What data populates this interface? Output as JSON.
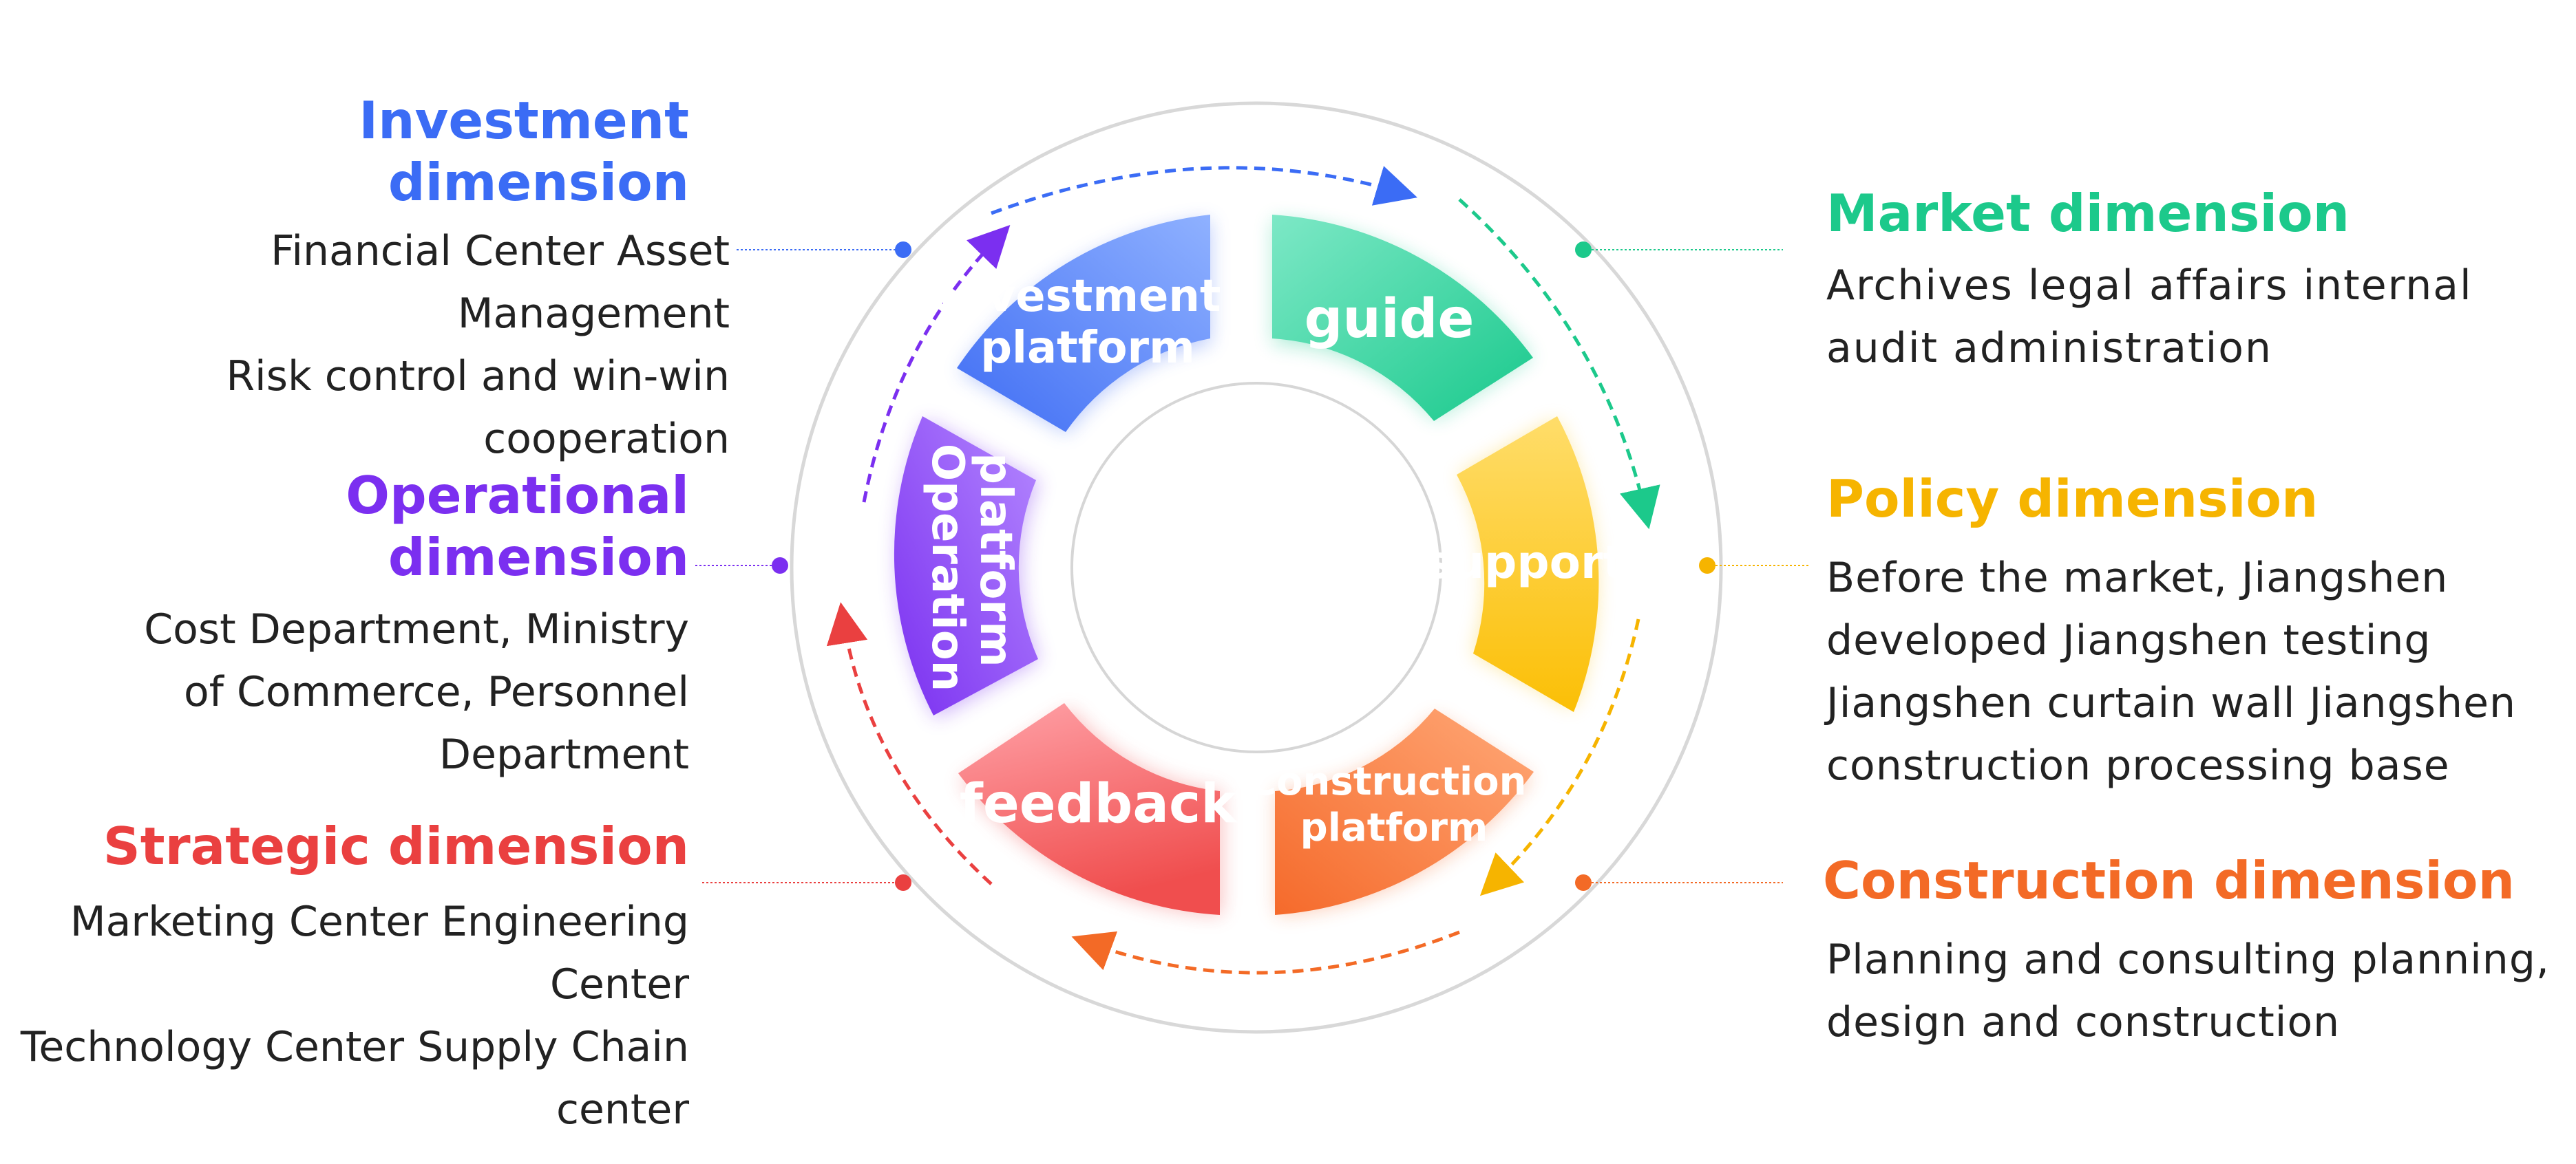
{
  "colors": {
    "investment": "#3b6cf5",
    "operational": "#7b2ff0",
    "strategic": "#ea4040",
    "market": "#1cc98b",
    "policy": "#f6b400",
    "construction": "#f36a26"
  },
  "wheel": {
    "segments": [
      {
        "id": "investment",
        "lines": [
          "Investment",
          "platform"
        ]
      },
      {
        "id": "guide",
        "lines": [
          "guide"
        ]
      },
      {
        "id": "support",
        "lines": [
          "support"
        ]
      },
      {
        "id": "construction",
        "lines": [
          "Construction",
          "platform"
        ]
      },
      {
        "id": "feedback",
        "lines": [
          "feedback"
        ]
      },
      {
        "id": "operation",
        "lines": [
          "platform",
          "Operation"
        ]
      }
    ]
  },
  "dimensions": {
    "investment": {
      "title": "Investment\ndimension",
      "desc": "Financial Center Asset\nManagement\nRisk control and win-win\ncooperation"
    },
    "operational": {
      "title": "Operational\ndimension",
      "desc": "Cost Department, Ministry\nof Commerce, Personnel\nDepartment"
    },
    "strategic": {
      "title": "Strategic dimension",
      "desc": "Marketing Center Engineering\nCenter\nTechnology Center Supply Chain\ncenter"
    },
    "market": {
      "title": "Market dimension",
      "desc": "Archives legal affairs internal\naudit administration"
    },
    "policy": {
      "title": "Policy dimension",
      "desc": "Before the market, Jiangshen\ndeveloped Jiangshen testing\nJiangshen curtain wall Jiangshen\nconstruction processing base"
    },
    "construction": {
      "title": "Construction dimension",
      "desc": "Planning and consulting planning,\ndesign and construction"
    }
  }
}
